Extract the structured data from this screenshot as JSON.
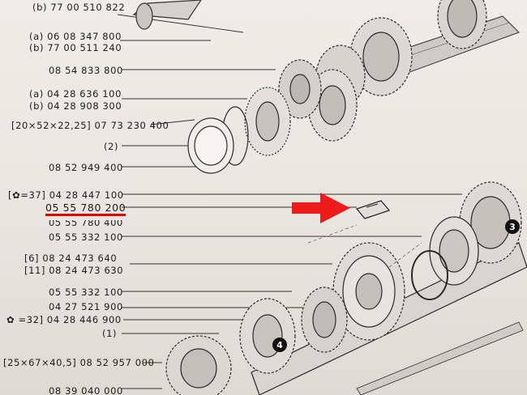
{
  "labels": [
    {
      "text": "(b) 77 00 510 822"
    },
    {
      "text": "(a) 06 08 347 800"
    },
    {
      "text": "(b)  77 00 511 240"
    },
    {
      "text": "08 54 833 800"
    },
    {
      "text": "(a) 04 28 636 100"
    },
    {
      "text": "(b) 04 28 908 300"
    },
    {
      "text": "[20×52×22,25] 07 73 230 400"
    },
    {
      "text": "(2)"
    },
    {
      "text": "08 52 949 400"
    },
    {
      "text": "[✿=37] 04 28 447 100"
    },
    {
      "text": "05 55 780 200",
      "highlight": true
    },
    {
      "text": "05 55 780 400"
    },
    {
      "text": "05 55 332 100"
    },
    {
      "text": "[6] 08 24 473 640"
    },
    {
      "text": "[11] 08 24 473 630"
    },
    {
      "text": "05 55 332 100"
    },
    {
      "text": "04 27 521 900"
    },
    {
      "text": "✿ =32] 04 28 446 900"
    },
    {
      "text": "(1)"
    },
    {
      "text": "[25×67×40,5] 08 52 957 000"
    },
    {
      "text": "08 39 040 000"
    }
  ],
  "callouts": [
    {
      "text": "3"
    },
    {
      "text": "4"
    }
  ],
  "colors": {
    "highlight": "#e00000",
    "ink": "#1c1c1c",
    "paper": "#ecebe4"
  }
}
